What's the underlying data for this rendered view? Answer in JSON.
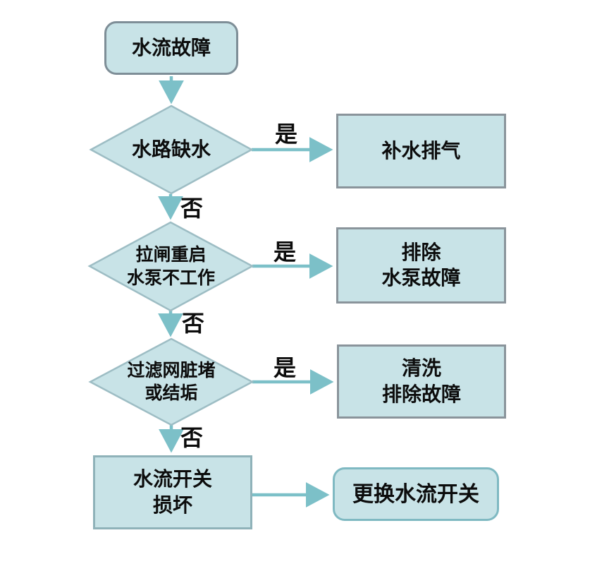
{
  "flowchart": {
    "nodes": {
      "start": {
        "label": "水流故障"
      },
      "check_water": {
        "label": "水路缺水"
      },
      "action_refill": {
        "label": "补水排气"
      },
      "check_pump": {
        "line1": "拉闸重启",
        "line2": "水泵不工作"
      },
      "action_pump": {
        "line1": "排除",
        "line2": "水泵故障"
      },
      "check_filter": {
        "line1": "过滤网脏堵",
        "line2": "或结垢"
      },
      "action_clean": {
        "line1": "清洗",
        "line2": "排除故障"
      },
      "conclusion": {
        "line1": "水流开关",
        "line2": "损坏"
      },
      "action_replace": {
        "label": "更换水流开关"
      }
    },
    "edge_labels": {
      "yes": "是",
      "no": "否"
    },
    "colors": {
      "node_fill": "#c8e3e7",
      "diamond_stroke": "#9dbdc4",
      "process_stroke": "#8a949b",
      "terminator_stroke": "#7e8e97",
      "end_terminator_stroke": "#7fb9c2",
      "arrow": "#7cc0c8",
      "text": "#0c0c0c"
    }
  }
}
